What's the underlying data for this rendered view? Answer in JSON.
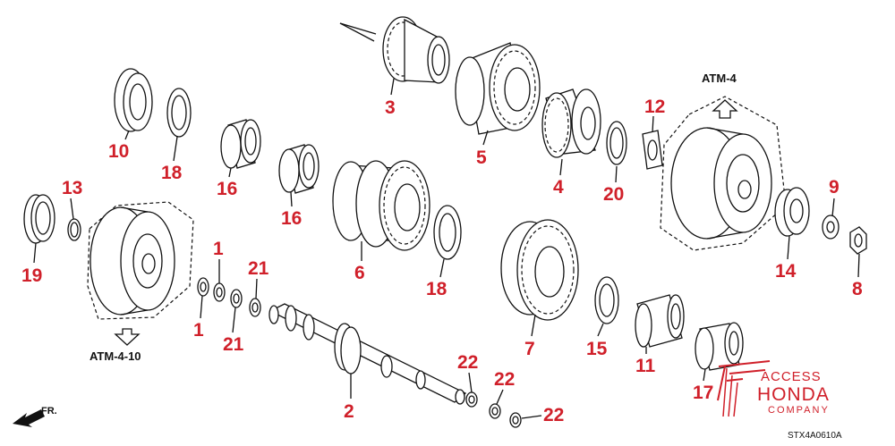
{
  "diagram": {
    "reference_labels": {
      "atm_upper": "ATM-4",
      "atm_lower": "ATM-4-10"
    },
    "part_numbers": {
      "p1a": "1",
      "p1b": "1",
      "p2": "2",
      "p3": "3",
      "p4": "4",
      "p5": "5",
      "p6": "6",
      "p7": "7",
      "p8": "8",
      "p9": "9",
      "p10": "10",
      "p11": "11",
      "p12": "12",
      "p13": "13",
      "p14": "14",
      "p15": "15",
      "p16a": "16",
      "p16b": "16",
      "p17": "17",
      "p18a": "18",
      "p18b": "18",
      "p19": "19",
      "p20": "20",
      "p21a": "21",
      "p21b": "21",
      "p22a": "22",
      "p22b": "22",
      "p22c": "22"
    },
    "front_marker": "FR.",
    "drawing_code": "STX4A0610A",
    "watermark": {
      "line1": "ACCESS",
      "line2": "HONDA",
      "line3": "COMPANY"
    },
    "colors": {
      "label_red": "#d0202a",
      "line_black": "#111111",
      "background": "#ffffff"
    }
  }
}
